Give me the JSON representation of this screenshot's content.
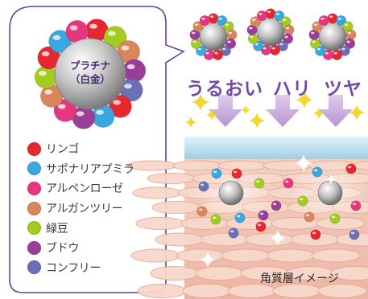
{
  "center_label": {
    "line1": "プラチナ",
    "line2": "（白金）"
  },
  "legend": [
    {
      "label": "リンゴ",
      "color": "#e8262e"
    },
    {
      "label": "サポナリアプミラ",
      "color": "#3aa7e0"
    },
    {
      "label": "アルペンローゼ",
      "color": "#e6367f"
    },
    {
      "label": "アルガンツリー",
      "color": "#d9865a"
    },
    {
      "label": "緑豆",
      "color": "#a3cc1f"
    },
    {
      "label": "ブドウ",
      "color": "#9c3e97"
    },
    {
      "label": "コンフリー",
      "color": "#6a6fb8"
    }
  ],
  "benefits": [
    "うるおい",
    "ハリ",
    "ツヤ"
  ],
  "skin_caption": "角質層イメージ",
  "colors": {
    "accent_purple": "#6f4aa8",
    "bubble_border": "#6a3f96",
    "arrow": "#c7a9dd",
    "sparkle": "#f4d630"
  }
}
